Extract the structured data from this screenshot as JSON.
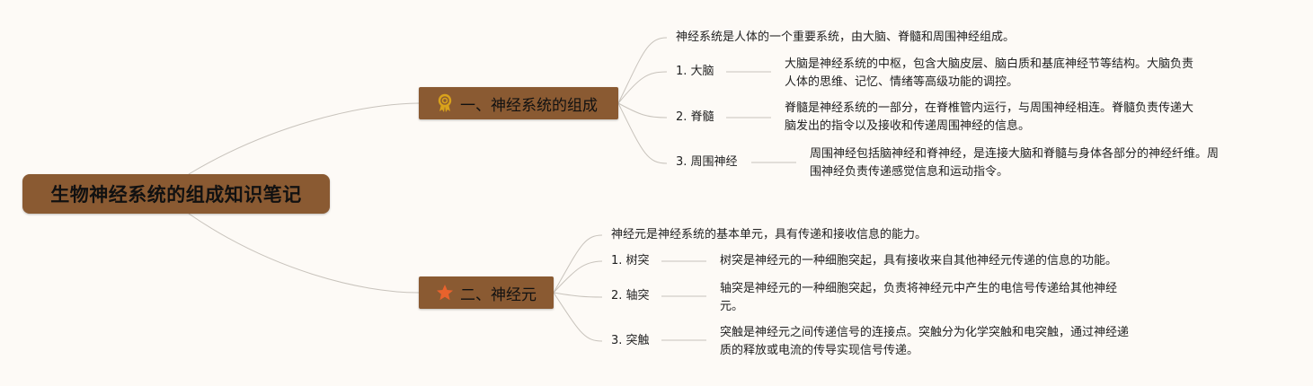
{
  "root": {
    "title": "生物神经系统的组成知识笔记"
  },
  "branches": [
    {
      "title": "一、神经系统的组成",
      "icon": "ribbon-medal-icon",
      "intro": "神经系统是人体的一个重要系统，由大脑、脊髓和周围神经组成。",
      "items": [
        {
          "label": "1. 大脑",
          "lines": [
            "大脑是神经系统的中枢，包含大脑皮层、脑白质和基底神经节等结构。大脑负责",
            "人体的思维、记忆、情绪等高级功能的调控。"
          ]
        },
        {
          "label": "2. 脊髓",
          "lines": [
            "脊髓是神经系统的一部分，在脊椎管内运行，与周围神经相连。脊髓负责传递大",
            "脑发出的指令以及接收和传递周围神经的信息。"
          ]
        },
        {
          "label": "3. 周围神经",
          "lines": [
            "周围神经包括脑神经和脊神经，是连接大脑和脊髓与身体各部分的神经纤维。周",
            "围神经负责传递感觉信息和运动指令。"
          ]
        }
      ]
    },
    {
      "title": "二、神经元",
      "icon": "star-icon",
      "intro": "神经元是神经系统的基本单元，具有传递和接收信息的能力。",
      "items": [
        {
          "label": "1. 树突",
          "lines": [
            "树突是神经元的一种细胞突起，具有接收来自其他神经元传递的信息的功能。"
          ]
        },
        {
          "label": "2. 轴突",
          "lines": [
            "轴突是神经元的一种细胞突起，负责将神经元中产生的电信号传递给其他神经",
            "元。"
          ]
        },
        {
          "label": "3. 突触",
          "lines": [
            "突触是神经元之间传递信号的连接点。突触分为化学突触和电突触，通过神经递",
            "质的释放或电流的传导实现信号传递。"
          ]
        }
      ]
    }
  ],
  "colors": {
    "node_fill": "#8a5a32",
    "line": "#c8c3bc",
    "icon_gold": "#d9a21b",
    "icon_orange": "#e8622c"
  }
}
